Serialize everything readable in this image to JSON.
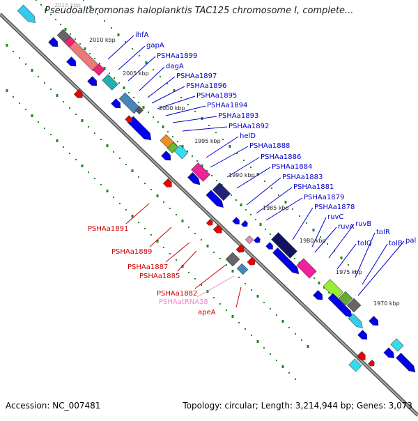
{
  "header": {
    "title": "Pseudoalteromonas haloplanktis TAC125 chromosome I, complete..."
  },
  "footer": {
    "accession": "Accession: NC_007481",
    "summary": "Topology: circular; Length: 3,214,944 bp; Genes: 3,073"
  },
  "colors": {
    "forward_label": "#0000cc",
    "reverse_label": "#cc0000",
    "rna_label": "#ee88cc",
    "forward_gene": "#0000ee",
    "reverse_gene": "#ee0000",
    "backbone": "#777777",
    "tick_dots": "#228822"
  },
  "ticks": [
    {
      "label": "2015 kbp"
    },
    {
      "label": "2010 kbp"
    },
    {
      "label": "2005 kbp"
    },
    {
      "label": "2000 kbp"
    },
    {
      "label": "1995 kbp"
    },
    {
      "label": "1990 kbp"
    },
    {
      "label": "1985 kbp"
    },
    {
      "label": "1980 kbp"
    },
    {
      "label": "1975 kbp"
    },
    {
      "label": "1970 kbp"
    }
  ],
  "forward_labels": [
    {
      "text": "ihfA"
    },
    {
      "text": "gapA"
    },
    {
      "text": "PSHAa1899"
    },
    {
      "text": "dagA"
    },
    {
      "text": "PSHAa1897"
    },
    {
      "text": "PSHAa1896"
    },
    {
      "text": "PSHAa1895"
    },
    {
      "text": "PSHAa1894"
    },
    {
      "text": "PSHAa1893"
    },
    {
      "text": "PSHAa1892"
    },
    {
      "text": "helD"
    },
    {
      "text": "PSHAa1888"
    },
    {
      "text": "PSHAa1886"
    },
    {
      "text": "PSHAa1884"
    },
    {
      "text": "PSHAa1883"
    },
    {
      "text": "PSHAa1881"
    },
    {
      "text": "PSHAa1879"
    },
    {
      "text": "PSHAa1878"
    },
    {
      "text": "ruvC"
    },
    {
      "text": "ruvA"
    },
    {
      "text": "ruvB"
    },
    {
      "text": "tolQ"
    },
    {
      "text": "tolR"
    },
    {
      "text": "tolB"
    },
    {
      "text": "pal"
    }
  ],
  "reverse_labels": [
    {
      "text": "PSHAa1891"
    },
    {
      "text": "PSHAa1889"
    },
    {
      "text": "PSHAa1887"
    },
    {
      "text": "PSHAa1885"
    },
    {
      "text": "PSHAa1882"
    },
    {
      "text": "PSHAatRNA38"
    },
    {
      "text": "apeA"
    }
  ]
}
